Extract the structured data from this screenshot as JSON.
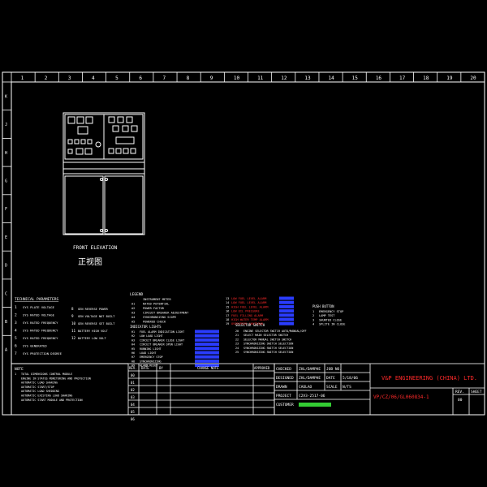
{
  "colors": {
    "background": "#000000",
    "line": "#ffffff",
    "red": "#ff2a2a",
    "blue": "#2a3cff",
    "green": "#33cc33",
    "yellow": "#ffff00"
  },
  "grid": {
    "columns": [
      "1",
      "2",
      "3",
      "4",
      "5",
      "6",
      "7",
      "8",
      "9",
      "10",
      "11",
      "12",
      "13",
      "14",
      "15",
      "16",
      "17",
      "18",
      "19",
      "20"
    ],
    "rows": [
      "K",
      "J",
      "H",
      "G",
      "F",
      "E",
      "D",
      "C",
      "B",
      "A"
    ]
  },
  "front_elevation": {
    "title": "FRONT ELEVATION",
    "title_cn": "正视图"
  },
  "notes_left": {
    "heading": "TECHNICAL PARAMETERS",
    "items": [
      {
        "no": "1",
        "text": "SYS PLATE VOLTAGE"
      },
      {
        "no": "2",
        "text": "SYS RATED VOLTAGE"
      },
      {
        "no": "3",
        "text": "SYS RATED FREQUENCY"
      },
      {
        "no": "4",
        "text": "SYS RATED FREQUENCY"
      },
      {
        "no": "5",
        "text": "SYS RATED FREQUENCY"
      },
      {
        "no": "6",
        "text": "SYS GENERATED"
      },
      {
        "no": "7",
        "text": "SYS PROTECTION DEGREE"
      }
    ],
    "items_right": [
      {
        "no": "8",
        "text": "GEN REVERSE POWER"
      },
      {
        "no": "9",
        "text": "GEN VOLTAGE NOT BUILT"
      },
      {
        "no": "10",
        "text": "GEN REVERSE SET BUILT"
      },
      {
        "no": "11",
        "text": "BATTERY HIGH VOLT"
      },
      {
        "no": "12",
        "text": "BATTERY LOW VOLT"
      }
    ]
  },
  "legend": {
    "heading": "LEGEND",
    "items": [
      {
        "code": "",
        "text": "INSTRUMENT METER"
      },
      {
        "code": "A1",
        "text": "RATED POTENTIAL"
      },
      {
        "code": "A2",
        "text": "POWER FACTOR"
      },
      {
        "code": "A3",
        "text": "CIRCUIT BREAKER ADJUSTMENT"
      },
      {
        "code": "A4",
        "text": "SYNCHRONIZING SCOPE"
      },
      {
        "code": "A5",
        "text": "POWERED CHECK"
      }
    ],
    "indicator_heading": "INDICATOR LIGHTS",
    "indicators": [
      {
        "code": "H1",
        "text": "FUEL ALARM INDICATION LIGHT"
      },
      {
        "code": "H2",
        "text": "LOW LOAD LIGHT"
      },
      {
        "code": "H3",
        "text": "CIRCUIT BREAKER CLOSE LIGHT"
      },
      {
        "code": "H4",
        "text": "CIRCUIT BREAKER OPEN LIGHT"
      },
      {
        "code": "H5",
        "text": "RUNNING LIGHT"
      },
      {
        "code": "H6",
        "text": "LOAD LIGHT"
      },
      {
        "code": "H7",
        "text": "EMERGENCY STOP"
      },
      {
        "code": "H8",
        "text": "SYNCHRONIZING"
      },
      {
        "code": "H9",
        "text": "ALARM RESET"
      }
    ]
  },
  "alarm_list": {
    "items": [
      {
        "no": "13",
        "text": "LOW FUEL LEVEL ALARM"
      },
      {
        "no": "14",
        "text": "LOW FUEL LEVEL ALARM"
      },
      {
        "no": "15",
        "text": "HIGH FUEL LEVEL ALARM"
      },
      {
        "no": "16",
        "text": "LOW OIL PRESSURE"
      },
      {
        "no": "17",
        "text": "FUEL FILLING ALARM"
      },
      {
        "no": "18",
        "text": "HIGH WATER TEMP ALARM"
      },
      {
        "no": "19",
        "text": "OVERSPEED SHUTDOWN"
      }
    ],
    "selector_heading": "SELECTOR SWITCH",
    "selectors": [
      {
        "no": "20",
        "text": "ENGINE SELECTOR SWITCH AUTO/MANUAL/OFF"
      },
      {
        "no": "21",
        "text": "SELECT MAIN SELECTOR SWITCH"
      },
      {
        "no": "22",
        "text": "SELECTOR MANUAL SWITCH SWITCH"
      },
      {
        "no": "23",
        "text": "SYNCHRONIZING SWITCH SELECTION"
      },
      {
        "no": "24",
        "text": "SYNCHRONIZING SWITCH SELECTION"
      },
      {
        "no": "25",
        "text": "SYNCHRONIZING SWITCH SELECTION"
      }
    ]
  },
  "push_button": {
    "heading": "PUSH BUTTON",
    "items": [
      {
        "no": "1",
        "text": "EMERGENCY STOP"
      },
      {
        "no": "2",
        "text": "LAMP TEST"
      },
      {
        "no": "3",
        "text": "SHUNTED CLOSE"
      },
      {
        "no": "4",
        "text": "SPLITE IN CLOSE"
      }
    ]
  },
  "notes_bottom": {
    "heading": "NOTE",
    "items": [
      {
        "no": "1",
        "text": "TOTAL DIMENSIONS CONTROL MODULE"
      },
      {
        "no": "",
        "text": "ENGINE IN STATUS MONITORING AND PROTECTION"
      },
      {
        "no": "",
        "text": "AUTOMATIC LOAD SHARING"
      },
      {
        "no": "",
        "text": "AUTOMATIC START/STOP"
      },
      {
        "no": "",
        "text": "AUTOMATIC LOAD SHEDDING"
      },
      {
        "no": "",
        "text": "AUTOMATIC EXISTING LOAD SHARING"
      },
      {
        "no": "",
        "text": "AUTOMATIC START MODULE AND PROTECTION"
      }
    ]
  },
  "revision_table": {
    "headers": [
      "REV.",
      "DATE",
      "BY",
      "CHANGE NOTE",
      "APPROVED"
    ],
    "rows": [
      "00",
      "01",
      "02",
      "03",
      "04",
      "05",
      "06"
    ]
  },
  "title_block": {
    "checked_label": "CHECKED",
    "checked_value": "ZHL/DAMPHE",
    "job_no_label": "JOB NO.",
    "designed_label": "DESIGNED",
    "designed_value": "ZHL/DAMPHE",
    "date_label": "DATE",
    "date_value": "5/18/06",
    "drawn_label": "DRAWN",
    "drawn_value": "CAOLAO",
    "scale_label": "SCALE",
    "scale_value": "N/TS",
    "project_label": "PROJECT",
    "project_value": "C2V3-2517-06",
    "customer_label": "CUSTOMER",
    "company": "V&P ENGINEERING (CHINA) LTD.",
    "drawing_no": "VP/CZ/06/GL060834-1",
    "rev_label": "REV.",
    "rev_value": "00",
    "sheet_label": "SHEET"
  }
}
